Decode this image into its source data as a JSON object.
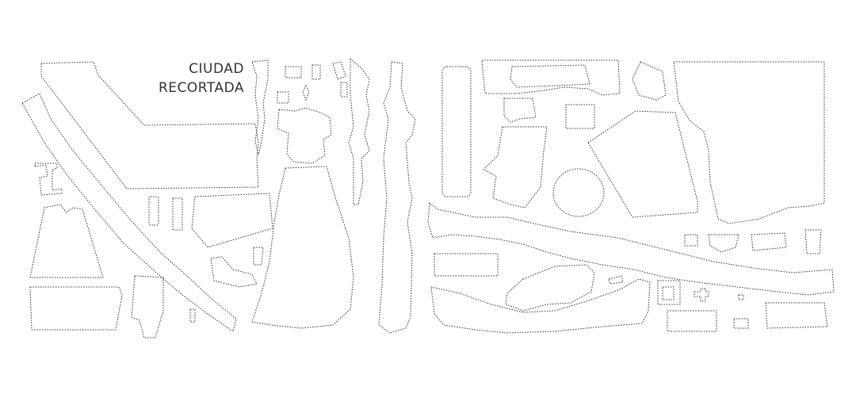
{
  "title": {
    "line1": "CIUDAD",
    "line2": "RECORTADA"
  },
  "colors": {
    "background": "#ffffff",
    "outline": "#3a3a3a",
    "text": "#333333"
  },
  "figure": {
    "style": "dotted cut-out outlines of urban fragments"
  }
}
